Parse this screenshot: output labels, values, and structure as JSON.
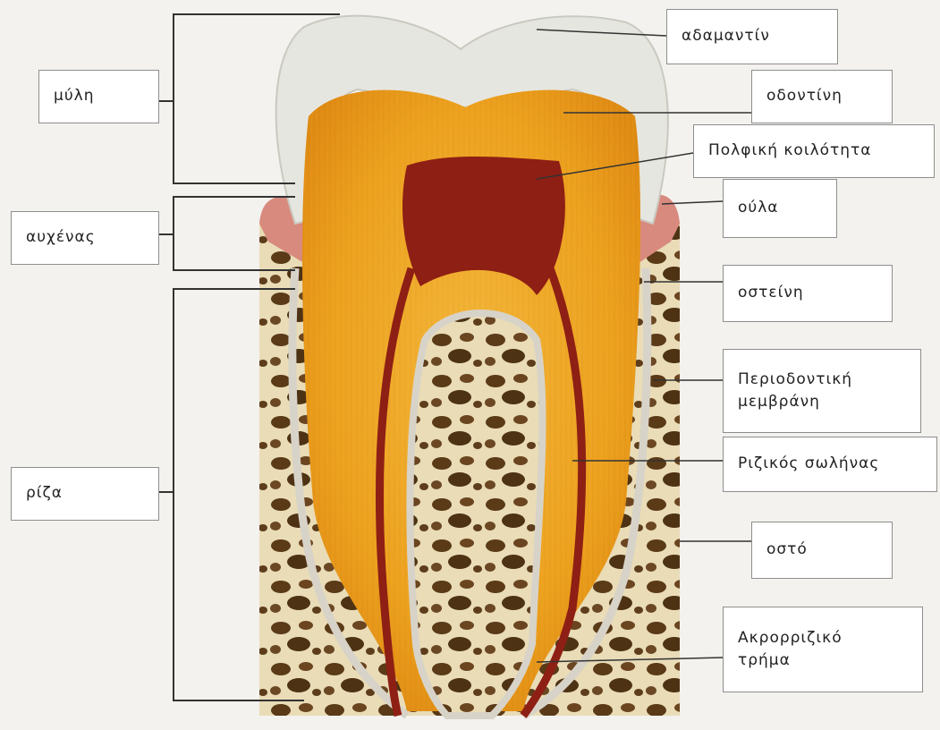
{
  "labels": {
    "crown": "μύλη",
    "neck": "αυχένας",
    "root": "ρίζα",
    "enamel": "αδαμαντίν",
    "dentin": "οδοντίνη",
    "pulp_cavity": "Πολφική κοιλότητα",
    "gum": "ούλα",
    "cementum": "οστείνη",
    "periodontal_membrane": "Περιοδοντική\nμεμβράνη",
    "root_canal": "Ριζικός σωλήνας",
    "bone": "οστό",
    "apical_foramen": "Ακρορριζικό\nτρήμα"
  }
}
